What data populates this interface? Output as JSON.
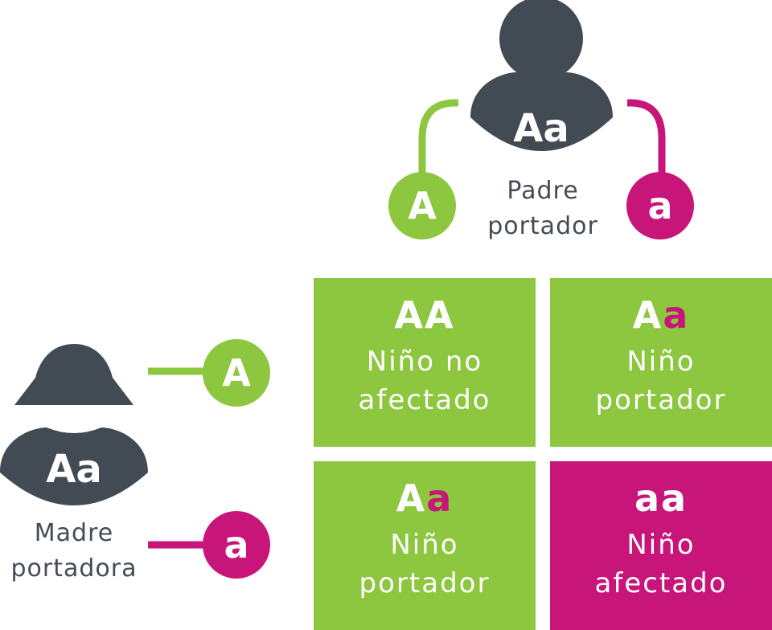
{
  "colors": {
    "dark": "#424a53",
    "green": "#8dc63f",
    "magenta": "#c8157a",
    "label_text": "#454c54",
    "white": "#ffffff"
  },
  "father": {
    "genotype": "Aa",
    "label": "Padre\nportador",
    "icon": "male-person-icon",
    "alleles": [
      {
        "text": "A",
        "color": "green"
      },
      {
        "text": "a",
        "color": "magenta"
      }
    ]
  },
  "mother": {
    "genotype": "Aa",
    "label": "Madre\nportadora",
    "icon": "female-person-icon",
    "alleles": [
      {
        "text": "A",
        "color": "green"
      },
      {
        "text": "a",
        "color": "magenta"
      }
    ]
  },
  "cells": [
    {
      "genotype": [
        {
          "t": "A",
          "c": "white"
        },
        {
          "t": "A",
          "c": "white"
        }
      ],
      "label": "Niño no\nafectado",
      "bg": "green"
    },
    {
      "genotype": [
        {
          "t": "A",
          "c": "white"
        },
        {
          "t": "a",
          "c": "magenta"
        }
      ],
      "label": "Niño\nportador",
      "bg": "green"
    },
    {
      "genotype": [
        {
          "t": "A",
          "c": "white"
        },
        {
          "t": "a",
          "c": "magenta"
        }
      ],
      "label": "Niño\nportador",
      "bg": "green"
    },
    {
      "genotype": [
        {
          "t": "a",
          "c": "white"
        },
        {
          "t": "a",
          "c": "white"
        }
      ],
      "label": "Niño\nafectado",
      "bg": "magenta"
    }
  ]
}
